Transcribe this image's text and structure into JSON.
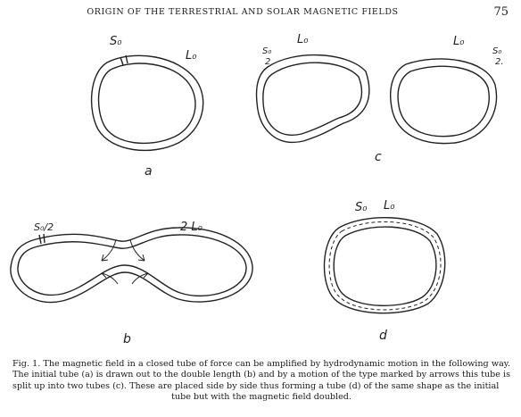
{
  "header": {
    "running_title": "ORIGIN OF THE TERRESTRIAL AND SOLAR MAGNETIC FIELDS",
    "page_number": "75"
  },
  "figure": {
    "panel_a": {
      "label": "a",
      "s_label": "S₀",
      "l_label": "L₀"
    },
    "panel_b": {
      "label": "b",
      "s_label": "S₀/2",
      "l_label": "2 L₀"
    },
    "panel_c": {
      "label": "c",
      "left_l_label": "L₀",
      "right_l_label": "L₀",
      "left_s_num": "S₀",
      "left_s_den": "2",
      "right_s_num": "S₀",
      "right_s_den": "2."
    },
    "panel_d": {
      "label": "d",
      "s_label": "S₀",
      "l_label": "L₀"
    }
  },
  "caption": {
    "text": "Fig. 1. The magnetic field in a closed tube of force can be amplified by hydrodynamic motion in the following way. The initial tube (a) is drawn out to the double length (b) and by a motion of the type marked by arrows this tube is split up into two tubes (c). These are placed side by side thus forming a tube (d) of the same shape as the initial",
    "last_line": "tube but with the magnetic field doubled."
  }
}
